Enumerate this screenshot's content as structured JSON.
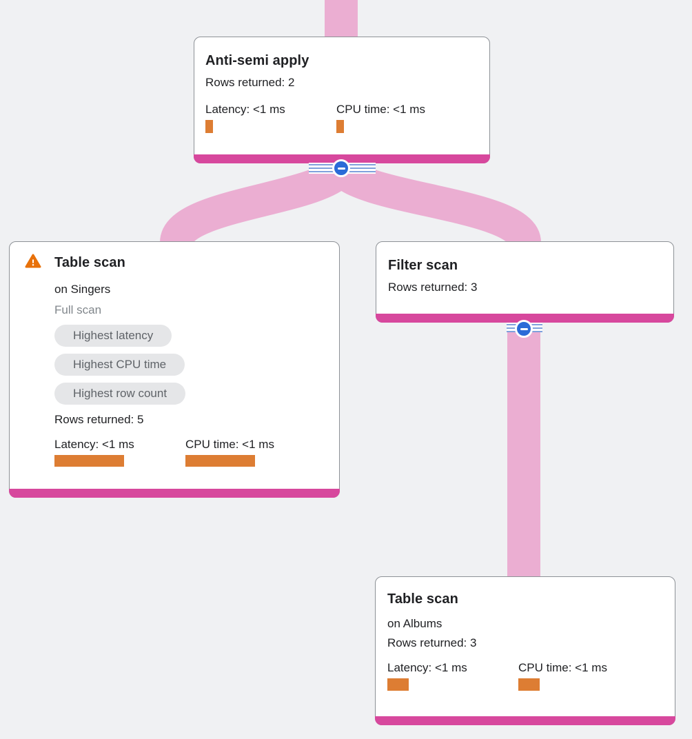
{
  "palette": {
    "background": "#f0f1f3",
    "edge_pink": "#ebaed2",
    "accent_magenta": "#d7489d",
    "metric_orange": "#dd7d33",
    "node_border": "#8d9196",
    "node_bg": "#ffffff",
    "title_text": "#202124",
    "body_text": "#202124",
    "muted_text": "#80868b",
    "chip_bg": "#e5e6e8",
    "chip_text": "#5f6368",
    "button_blue": "#2b6bd7",
    "stripe_blue": "#7fa1dc",
    "warning_orange": "#e8710a"
  },
  "icons": {
    "warning_icon": "triangle-exclamation",
    "collapse_icon": "minus-in-circle"
  },
  "nodes": {
    "anti_semi_apply": {
      "title": "Anti-semi apply",
      "rows_returned": "Rows returned: 2",
      "latency_label": "Latency: <1 ms",
      "cpu_label": "CPU time: <1 ms",
      "latency_bar": "width:11px;height:19px",
      "cpu_bar": "width:11px;height:19px"
    },
    "table_scan_singers": {
      "title": "Table scan",
      "subtitle": "on Singers",
      "scan_type": "Full scan",
      "chips": [
        "Highest latency",
        "Highest CPU time",
        "Highest row count"
      ],
      "rows_returned": "Rows returned: 5",
      "latency_label": "Latency: <1 ms",
      "cpu_label": "CPU time: <1 ms",
      "latency_bar": "width:101px;height:17px",
      "cpu_bar": "width:101px;height:17px"
    },
    "filter_scan": {
      "title": "Filter scan",
      "rows_returned": "Rows returned: 3"
    },
    "table_scan_albums": {
      "title": "Table scan",
      "subtitle": "on Albums",
      "rows_returned": "Rows returned: 3",
      "latency_label": "Latency: <1 ms",
      "cpu_label": "CPU time: <1 ms",
      "latency_bar": "width:31px;height:18px",
      "cpu_bar": "width:31px;height:18px"
    }
  }
}
